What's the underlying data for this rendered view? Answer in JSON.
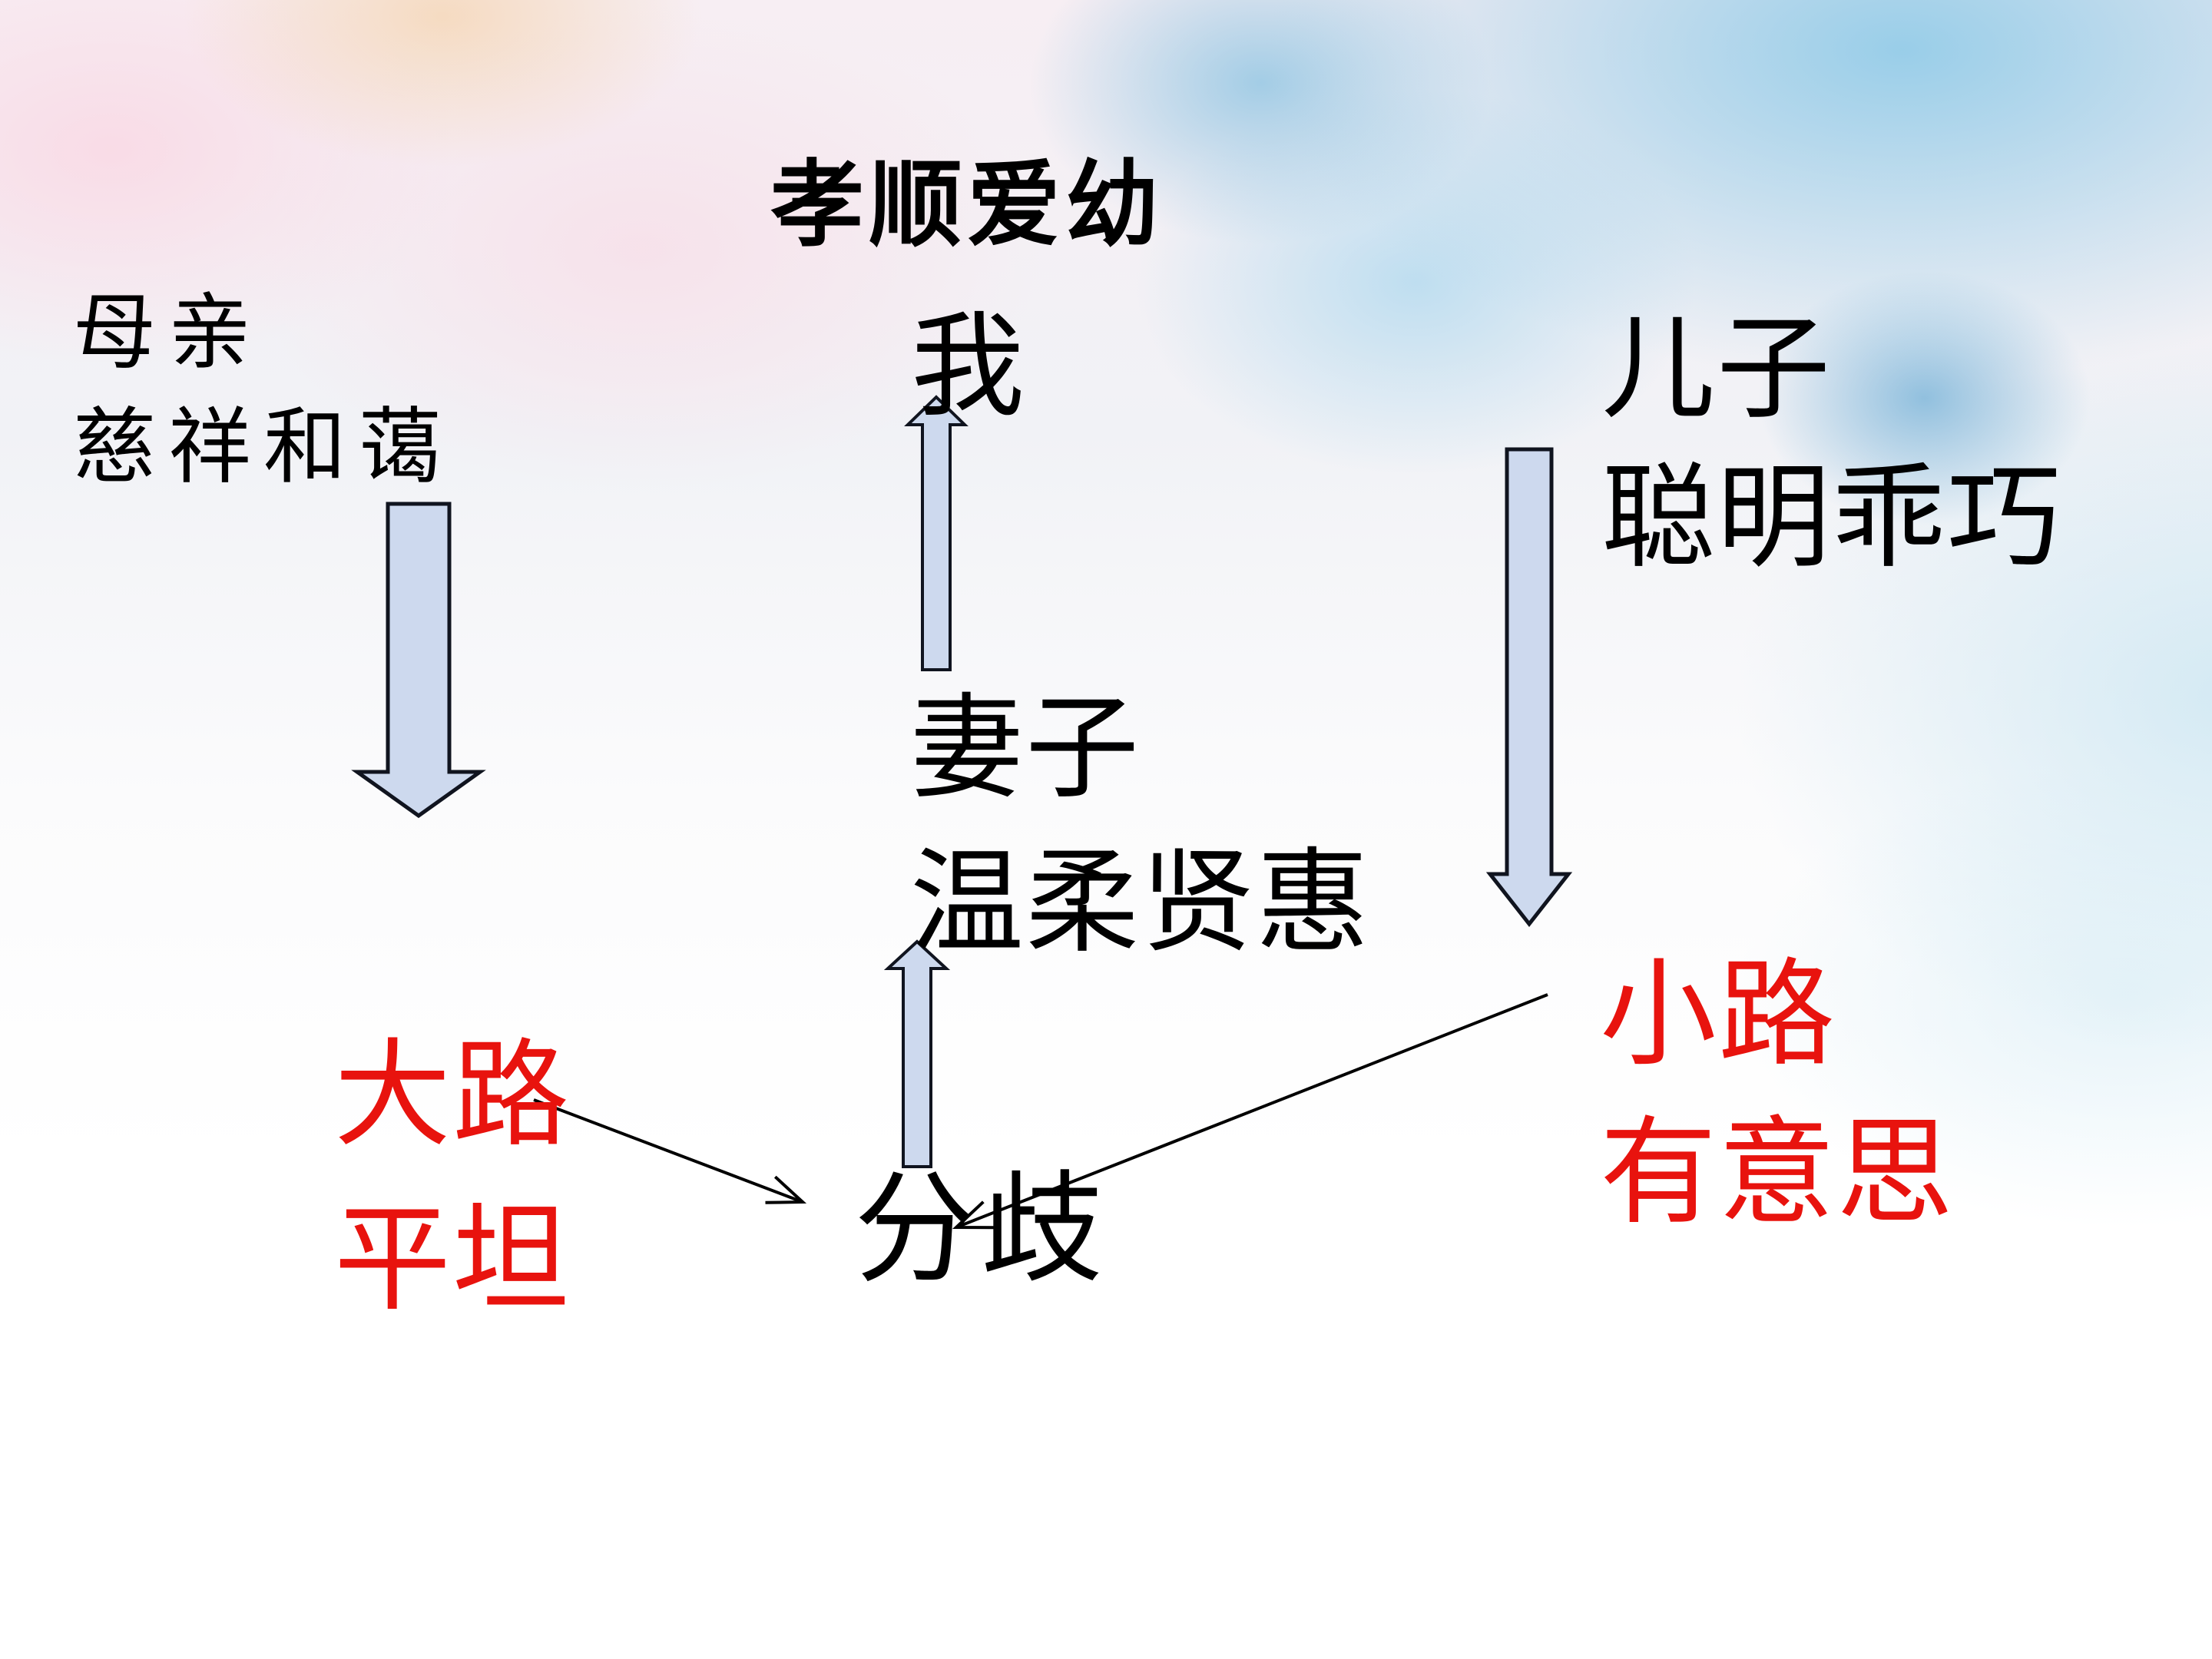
{
  "slide": {
    "title": "孝顺爱幼",
    "nodes": {
      "mother": {
        "line1": "母亲",
        "line2": "慈祥和蔼"
      },
      "me": {
        "label": "我"
      },
      "son": {
        "line1": "儿子",
        "line2": "聪明乖巧"
      },
      "wife": {
        "line1": "妻子",
        "line2": "温柔贤惠"
      },
      "big_road": {
        "line1": "大路",
        "line2": "平坦"
      },
      "small_road": {
        "line1": "小路",
        "line2": "有意思"
      },
      "fork": {
        "label": "分歧"
      }
    },
    "colors": {
      "text_black": "#000000",
      "text_red": "#e8130e",
      "arrow_fill": "#cdd9ee",
      "arrow_outline": "#10141f",
      "line_color": "#000000",
      "bg_pink": "#f8dce8",
      "bg_sky_blue": "#9ed2ea",
      "bg_white": "#ffffff"
    }
  }
}
